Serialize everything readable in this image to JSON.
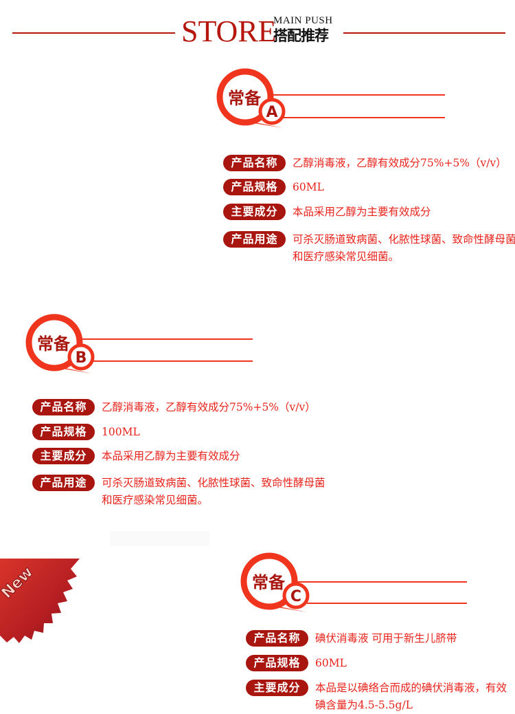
{
  "header": {
    "store": "STORE",
    "main_push": "MAIN PUSH",
    "title_cn": "搭配推荐"
  },
  "colors": {
    "brand": "#b5170f",
    "pill": "#a8160f",
    "text": "#e8231b",
    "line": "#f0351e"
  },
  "products": [
    {
      "badge": {
        "label": "常备",
        "letter": "A"
      },
      "rows": [
        {
          "label": "产品名称",
          "value": "乙醇消毒液，乙醇有效成分75%+5%（v/v）"
        },
        {
          "label": "产品规格",
          "value": "60ML"
        },
        {
          "label": "主要成分",
          "value": "本品采用乙醇为主要有效成分"
        },
        {
          "label": "产品用途",
          "value": "可杀灭肠道致病菌、化脓性球菌、致命性酵母菌",
          "value2": "和医疗感染常见细菌。"
        }
      ]
    },
    {
      "badge": {
        "label": "常备",
        "letter": "B"
      },
      "rows": [
        {
          "label": "产品名称",
          "value": "乙醇消毒液，乙醇有效成分75%+5%（v/v）"
        },
        {
          "label": "产品规格",
          "value": "100ML"
        },
        {
          "label": "主要成分",
          "value": "本品采用乙醇为主要有效成分"
        },
        {
          "label": "产品用途",
          "value": "可杀灭肠道致病菌、化脓性球菌、致命性酵母菌",
          "value2": "和医疗感染常见细菌。"
        }
      ]
    },
    {
      "badge": {
        "label": "常备",
        "letter": "C"
      },
      "rows": [
        {
          "label": "产品名称",
          "value": "碘伏消毒液 可用于新生儿脐带"
        },
        {
          "label": "产品规格",
          "value": "60ML"
        },
        {
          "label": "主要成分",
          "value": "本品是以碘络合而成的碘伏消毒液，有效",
          "value2": "碘含量为4.5-5.5g/L"
        }
      ]
    }
  ],
  "new_badge": {
    "text": "New"
  }
}
